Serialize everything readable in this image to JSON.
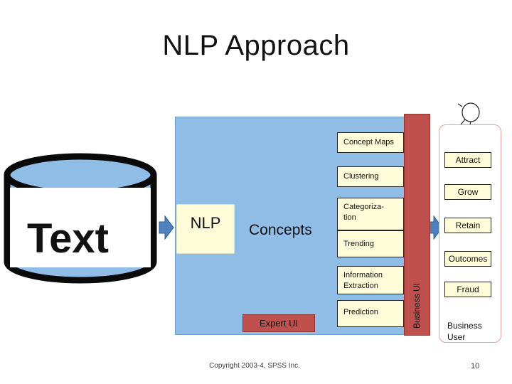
{
  "title": "NLP Approach",
  "source": {
    "label": "Text"
  },
  "nlp": {
    "label": "NLP"
  },
  "concepts": {
    "label": "Concepts"
  },
  "stages": [
    "Concept Maps",
    "Clustering",
    "Categoriza-\ntion",
    "Trending",
    "Information Extraction",
    "Prediction"
  ],
  "expert_ui": "Expert UI",
  "business_ui": "Business UI",
  "outcomes": [
    "Attract",
    "Grow",
    "Retain",
    "Outcomes",
    "Fraud"
  ],
  "business_user": "Business\nUser",
  "footer": {
    "copyright": "Copyright 2003-4, SPSS Inc.",
    "page": "10"
  },
  "colors": {
    "panel": "#8fbde6",
    "accent_red": "#c0504d",
    "box_fill": "#fffdd9",
    "cylinder": "#8fbde6"
  }
}
